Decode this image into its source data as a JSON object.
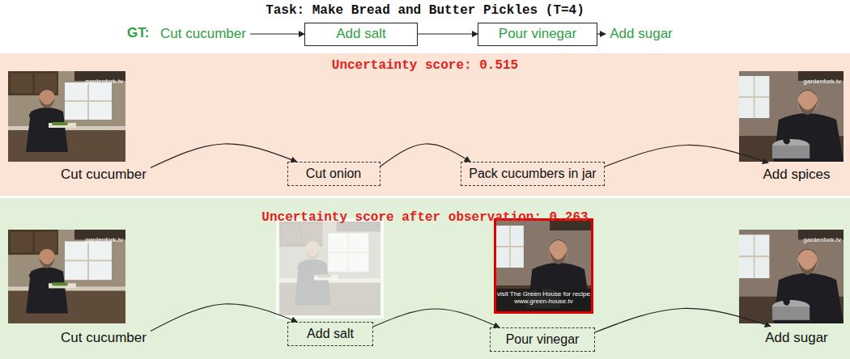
{
  "diagram": {
    "title": "Task: Make Bread and Butter Pickles (T=4)",
    "nodes": [
      {
        "text": [
          "Cut cucumber"
        ]
      },
      {
        "text": [
          "Add salt"
        ]
      },
      {
        "text": [
          "Pour vinegar"
        ]
      },
      {
        "text": [
          "Add sugar"
        ]
      },
      {
        "text": [
          "Uncertainty score: 0.515"
        ]
      },
      {
        "text": [
          "Cut cucumber"
        ],
        "in": 4
      },
      {
        "text": [
          "Cut onion"
        ],
        "in": 4
      },
      {
        "text": [
          "Pack cucumbers in jar"
        ],
        "in": 4
      },
      {
        "text": [
          "Add spices"
        ],
        "in": 4
      },
      {
        "text": [
          "Uncertainty score after observation: 0.263"
        ]
      },
      {
        "text": [
          "Cut cucumber"
        ],
        "in": 9
      },
      {
        "text": [
          "Add salt"
        ],
        "in": 9
      },
      {
        "text": [
          "Pour vinegar"
        ],
        "in": 9
      },
      {
        "text": [
          "Add sugar"
        ],
        "in": 9
      }
    ],
    "edges": [
      {
        "from": 0,
        "to": 1,
        "arrow": "to"
      },
      {
        "from": 1,
        "to": 2,
        "arrow": "to"
      },
      {
        "from": 2,
        "to": 3,
        "arrow": "to"
      },
      {
        "from": 5,
        "to": 6,
        "arrow": "to"
      },
      {
        "from": 6,
        "to": 7,
        "arrow": "to"
      },
      {
        "from": 7,
        "to": 8,
        "arrow": "to"
      },
      {
        "from": 10,
        "to": 11,
        "arrow": "to"
      },
      {
        "from": 11,
        "to": 12,
        "arrow": "to"
      },
      {
        "from": 12,
        "to": 13,
        "arrow": "to"
      }
    ],
    "labels": [
      "GT:",
      "gardenfork.tv",
      "gardenfork.tv",
      "gardenfork.tv",
      "visit The Green House for recipe www.green-house.tv",
      "gardenfork.tv"
    ]
  }
}
